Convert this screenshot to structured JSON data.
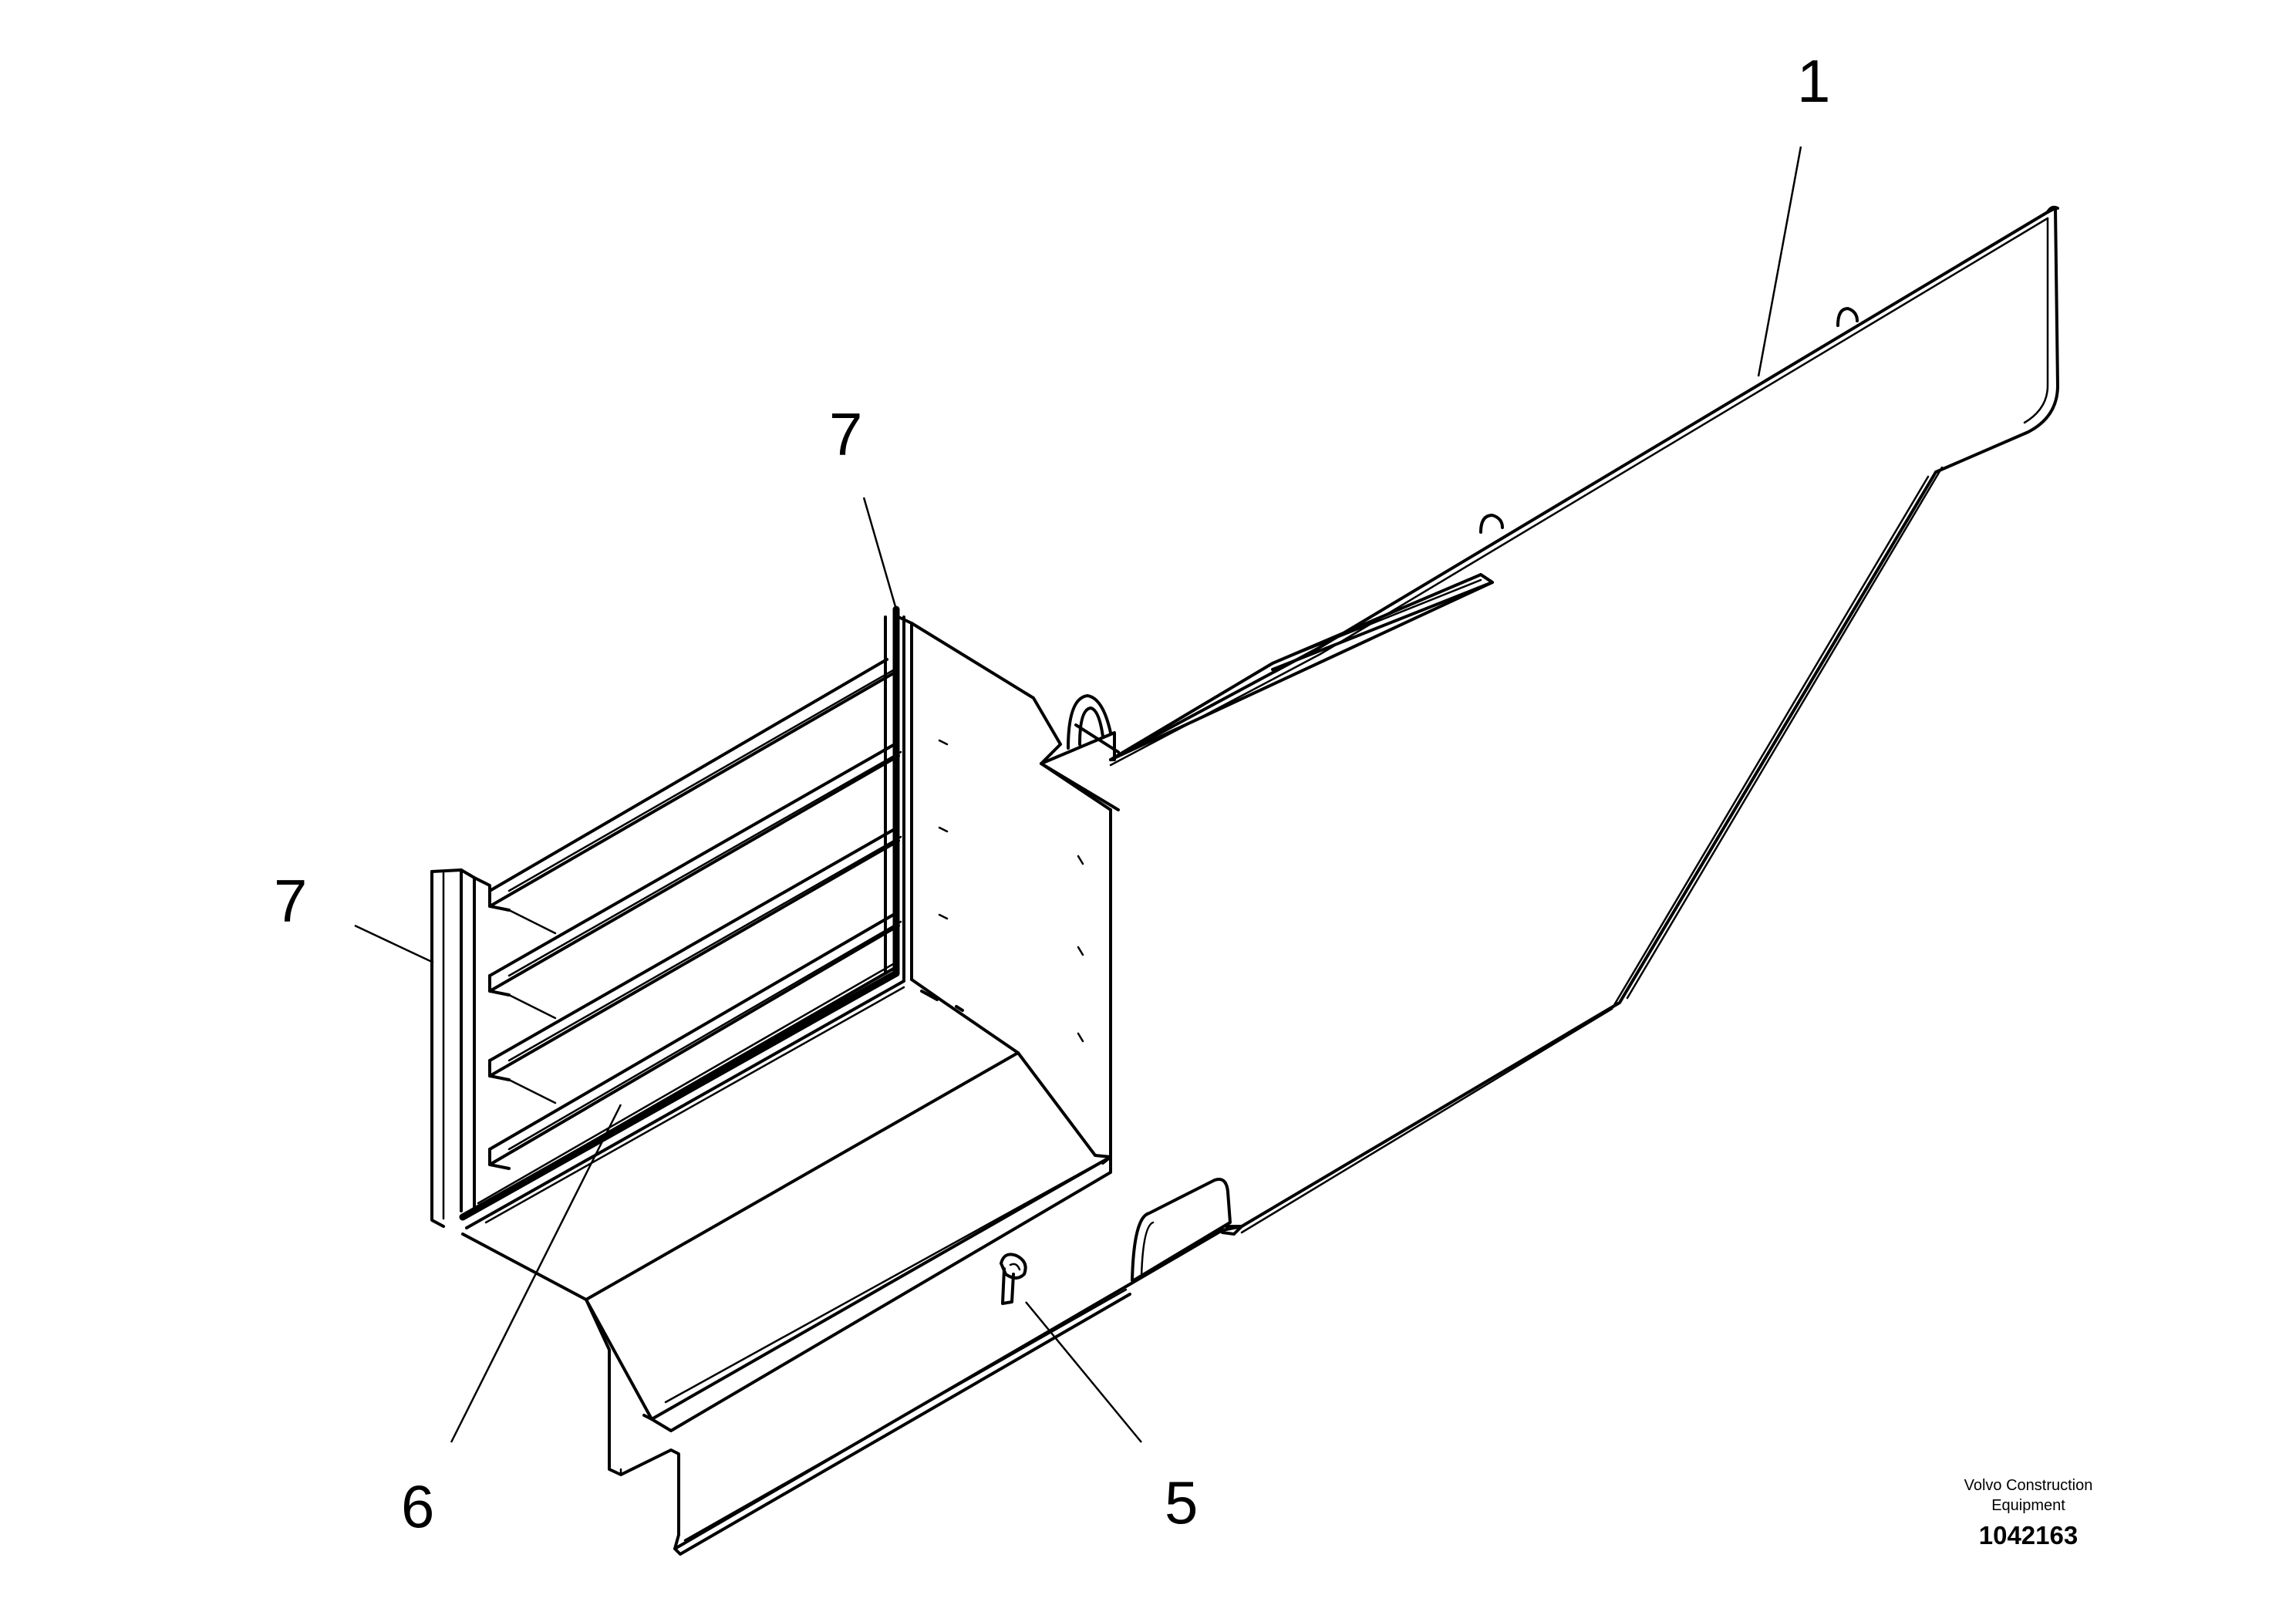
{
  "callouts": [
    {
      "id": "1",
      "label": "1"
    },
    {
      "id": "7a",
      "label": "7"
    },
    {
      "id": "7b",
      "label": "7"
    },
    {
      "id": "6",
      "label": "6"
    },
    {
      "id": "5",
      "label": "5"
    }
  ],
  "title_block": {
    "company_line1": "Volvo Construction",
    "company_line2": "Equipment",
    "drawing_number": "1042163"
  }
}
